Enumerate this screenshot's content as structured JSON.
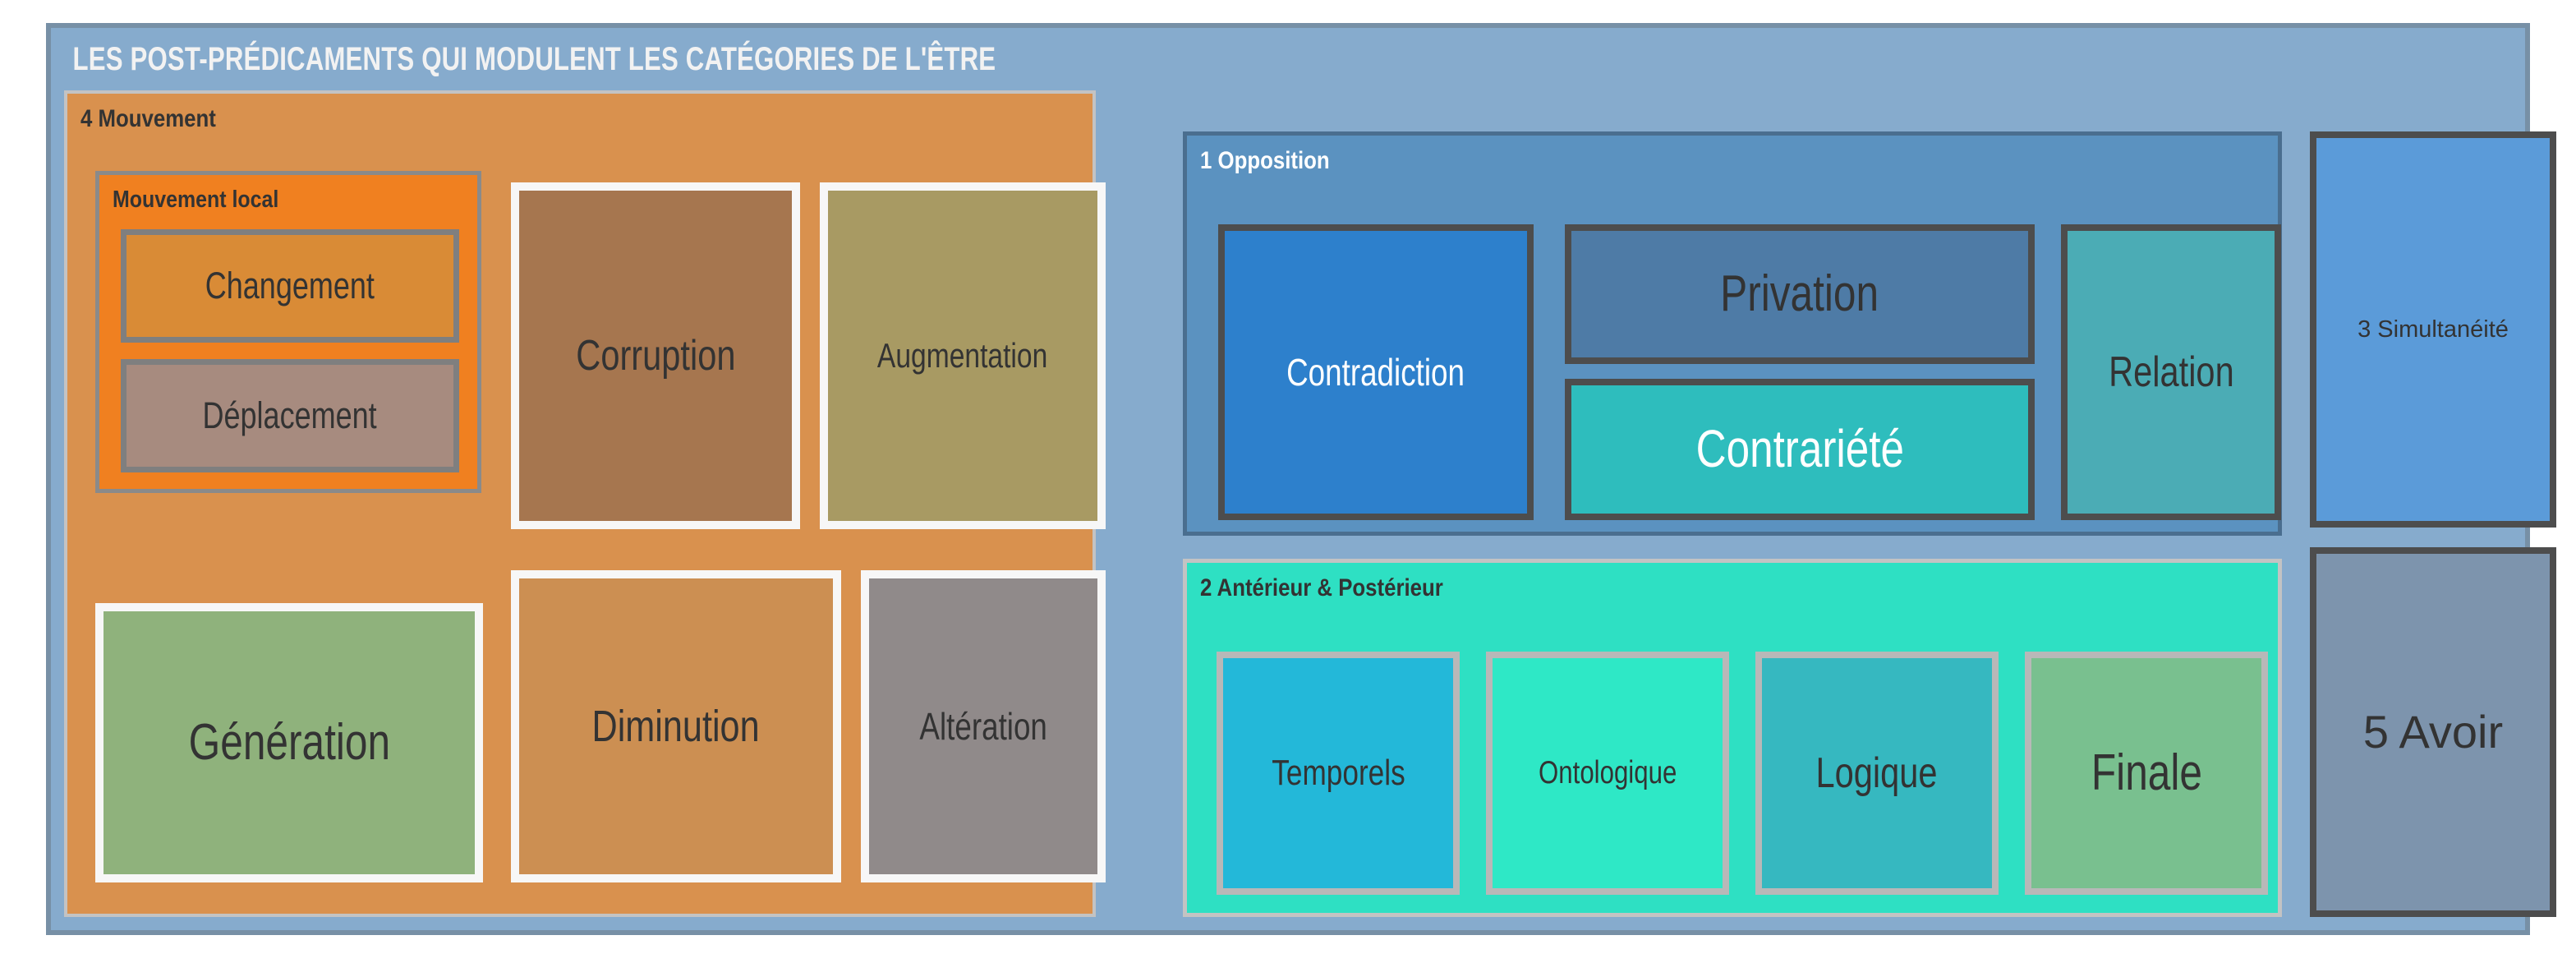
{
  "title": "LES POST-PRÉDICAMENTS QUI MODULENT LES CATÉGORIES DE L'ÊTRE",
  "colors": {
    "canvas_bg": "#86ABCD",
    "canvas_border": "#7790A6",
    "page_bg": "#FFFFFF",
    "title_text": "#F2F2F2",
    "dark_text": "#333333",
    "white_text": "#FFFFFF"
  },
  "groups": {
    "mouvement": {
      "title": "4 Mouvement",
      "fill": "#D9914E",
      "border": "#C3C3C3",
      "title_color": "#333333",
      "sub": {
        "mouvement_local": {
          "title": "Mouvement local",
          "fill": "#F08020",
          "border": "#8A8A8A",
          "title_color": "#333333",
          "children": [
            {
              "label": "Changement",
              "fill": "#D98B36",
              "border": "#7F7F7F",
              "text": "#333333"
            },
            {
              "label": "Déplacement",
              "fill": "#A78B7F",
              "border": "#7F7F7F",
              "text": "#333333"
            }
          ]
        }
      },
      "children": [
        {
          "label": "Corruption",
          "fill": "#A6764F",
          "border": "#F7F7F7",
          "text": "#333333"
        },
        {
          "label": "Augmentation",
          "fill": "#A89A63",
          "border": "#F7F7F7",
          "text": "#333333"
        },
        {
          "label": "Génération",
          "fill": "#8FB27C",
          "border": "#F7F7F7",
          "text": "#333333"
        },
        {
          "label": "Diminution",
          "fill": "#CC8F52",
          "border": "#F7F7F7",
          "text": "#333333"
        },
        {
          "label": "Altération",
          "fill": "#908A8A",
          "border": "#F7F7F7",
          "text": "#333333"
        }
      ]
    },
    "opposition": {
      "title": "1 Opposition",
      "fill": "#5B92C0",
      "border": "#4A6E8F",
      "title_color": "#FFFFFF",
      "children": [
        {
          "label": "Contradiction",
          "fill": "#2D80CC",
          "border": "#4D4D4D",
          "text": "#FFFFFF"
        },
        {
          "label": "Privation",
          "fill": "#4E7BA6",
          "border": "#4D4D4D",
          "text": "#333333"
        },
        {
          "label": "Contrariété",
          "fill": "#2EBDBD",
          "border": "#4D4D4D",
          "text": "#FFFFFF"
        },
        {
          "label": "Relation",
          "fill": "#4BACB5",
          "border": "#4D4D4D",
          "text": "#333333"
        }
      ]
    },
    "anterieur_posterieur": {
      "title": "2 Antérieur & Postérieur",
      "fill": "#2EE0C3",
      "border": "#C3C3C3",
      "title_color": "#333333",
      "children": [
        {
          "label": "Temporels",
          "fill": "#23B8D9",
          "border": "#B8B8B8",
          "text": "#333333"
        },
        {
          "label": "Ontologique",
          "fill": "#2EE8C6",
          "border": "#B8B8B8",
          "text": "#333333"
        },
        {
          "label": "Logique",
          "fill": "#36B8C0",
          "border": "#B8B8B8",
          "text": "#333333"
        },
        {
          "label": "Finale",
          "fill": "#79C08F",
          "border": "#B8B8B8",
          "text": "#333333"
        }
      ]
    }
  },
  "standalone": [
    {
      "label": "3 Simultanéité",
      "fill": "#5B9BD9",
      "border": "#4D4D4D",
      "text": "#333333"
    },
    {
      "label": "5 Avoir",
      "fill": "#7D94AD",
      "border": "#4D4D4D",
      "text": "#333333"
    }
  ]
}
